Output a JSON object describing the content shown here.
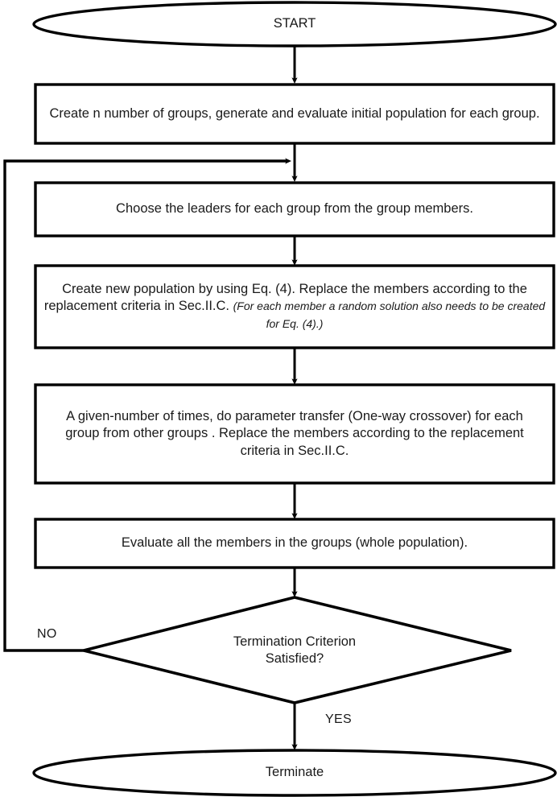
{
  "diagram": {
    "type": "flowchart",
    "title": "Algorithm flowchart",
    "colors": {
      "stroke": "#000000",
      "fill": "#ffffff",
      "text": "#1a1a1a"
    },
    "nodes": {
      "start": {
        "shape": "ellipse",
        "label": "START"
      },
      "init_population": {
        "shape": "rectangle",
        "label": "Create n number of groups, generate and evaluate initial population for each group."
      },
      "choose_leaders": {
        "shape": "rectangle",
        "label": "Choose the leaders for each group from the group members."
      },
      "create_population": {
        "shape": "rectangle",
        "label": "Create new population by using Eq. (4). Replace the members according to the replacement criteria in Sec.II.C.",
        "note": "(For each member a random solution also needs to be created for Eq. (4).)"
      },
      "parameter_transfer": {
        "shape": "rectangle",
        "label": "A given-number of times, do parameter transfer (One-way crossover) for each group from  other groups . Replace the members according to the replacement criteria in Sec.II.C."
      },
      "evaluate_all": {
        "shape": "rectangle",
        "label": "Evaluate all the members in the groups (whole population)."
      },
      "termination_decision": {
        "shape": "diamond",
        "label_line1": "Termination Criterion",
        "label_line2": "Satisfied?"
      },
      "terminate": {
        "shape": "ellipse",
        "label": "Terminate"
      }
    },
    "edge_labels": {
      "no": "NO",
      "yes": "YES"
    }
  }
}
